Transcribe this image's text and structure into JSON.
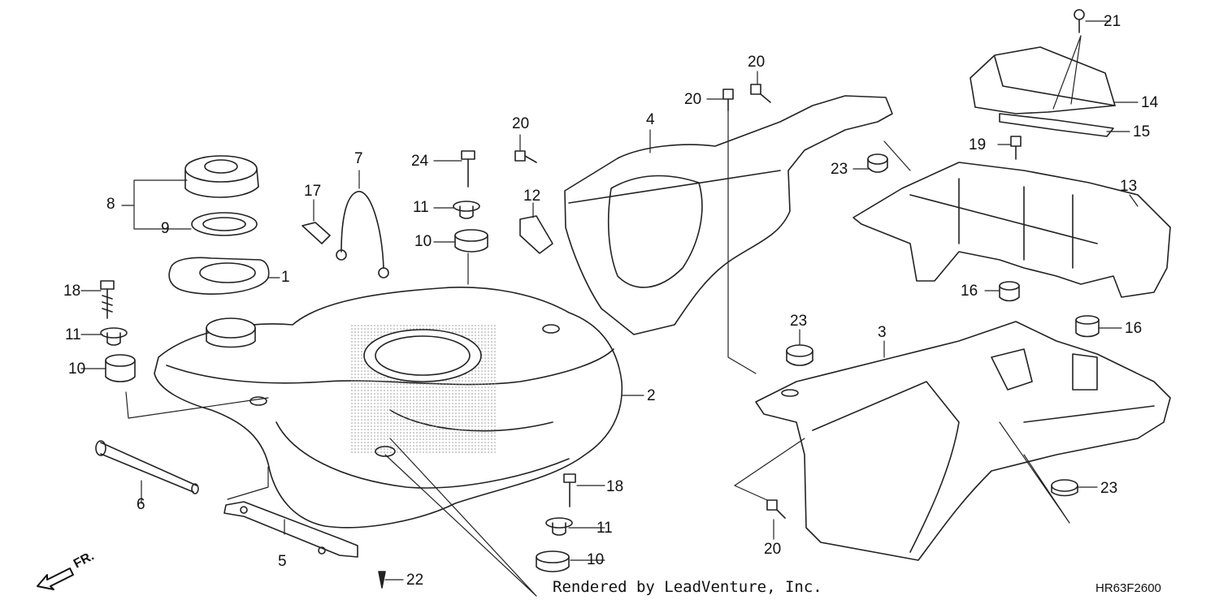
{
  "diagram": {
    "callouts": [
      "1",
      "2",
      "3",
      "4",
      "5",
      "6",
      "7",
      "8",
      "9",
      "10",
      "10",
      "10",
      "11",
      "11",
      "11",
      "12",
      "13",
      "14",
      "15",
      "16",
      "16",
      "17",
      "18",
      "18",
      "19",
      "20",
      "20",
      "20",
      "20",
      "21",
      "22",
      "23",
      "23",
      "23",
      "24"
    ],
    "direction_label": "FR.",
    "credit": "Rendered by LeadVenture, Inc.",
    "diagram_code": "HR63F2600"
  }
}
